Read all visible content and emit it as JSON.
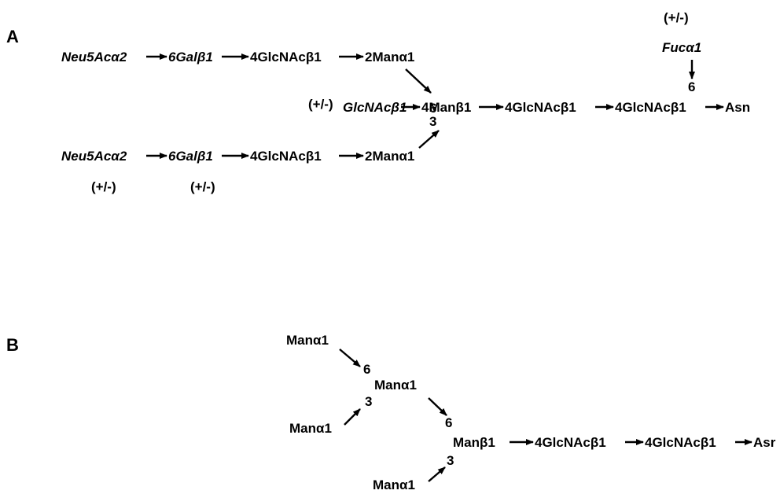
{
  "panel_a": {
    "label": "A",
    "upper_branch": [
      "Neu5Acα2",
      "6Galβ1",
      "4GlcNAcβ1",
      "2Manα1"
    ],
    "lower_branch": [
      "Neu5Acα2",
      "6Galβ1",
      "4GlcNAcβ1",
      "2Manα1"
    ],
    "lower_optional": [
      "(+/-)",
      "(+/-)"
    ],
    "bisecting_optional": "(+/-)",
    "bisecting": "GlcNAcβ1",
    "link_6": "6",
    "link_3": "3",
    "core": [
      "4Manβ1",
      "4GlcNAcβ1",
      "4GlcNAcβ1",
      "Asn"
    ],
    "fucose_optional": "(+/-)",
    "fucose": "Fucα1",
    "fucose_link": "6"
  },
  "panel_b": {
    "label": "B",
    "top_outer_mannose": "Manα1",
    "top_link_6": "6",
    "branch_mannose": "Manα1",
    "top_link_3": "3",
    "middle_outer_mannose": "Manα1",
    "core_link_6": "6",
    "core": [
      "Manβ1",
      "4GlcNAcβ1",
      "4GlcNAcβ1",
      "Asr"
    ],
    "core_link_3": "3",
    "bottom_mannose": "Manα1"
  }
}
